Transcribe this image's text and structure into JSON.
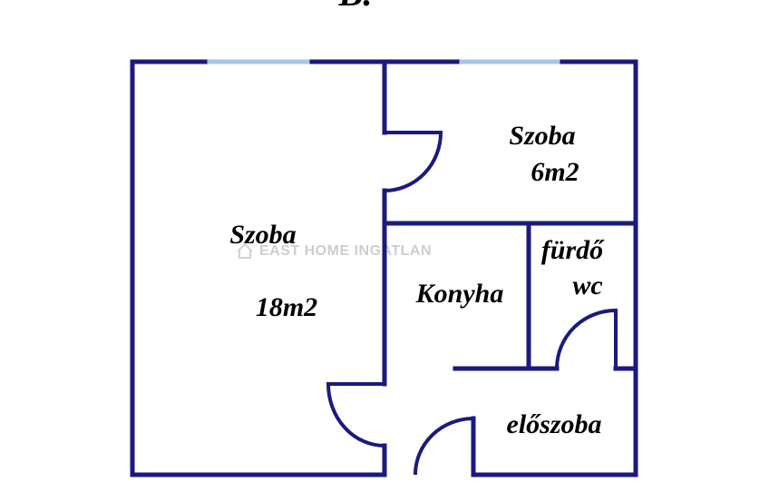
{
  "floorplan": {
    "title": "B.",
    "wall_color": "#1a1a7e",
    "window_color": "#a8c4e8",
    "rooms": [
      {
        "name": "Szoba",
        "area": "18m2"
      },
      {
        "name": "Szoba",
        "area": "6m2"
      },
      {
        "name": "Konyha"
      },
      {
        "name": "fürdő",
        "area": "wc"
      },
      {
        "name": "előszoba"
      }
    ],
    "watermark": "EAST HOME INGATLAN",
    "watermark_icon": "house-logo-icon"
  }
}
